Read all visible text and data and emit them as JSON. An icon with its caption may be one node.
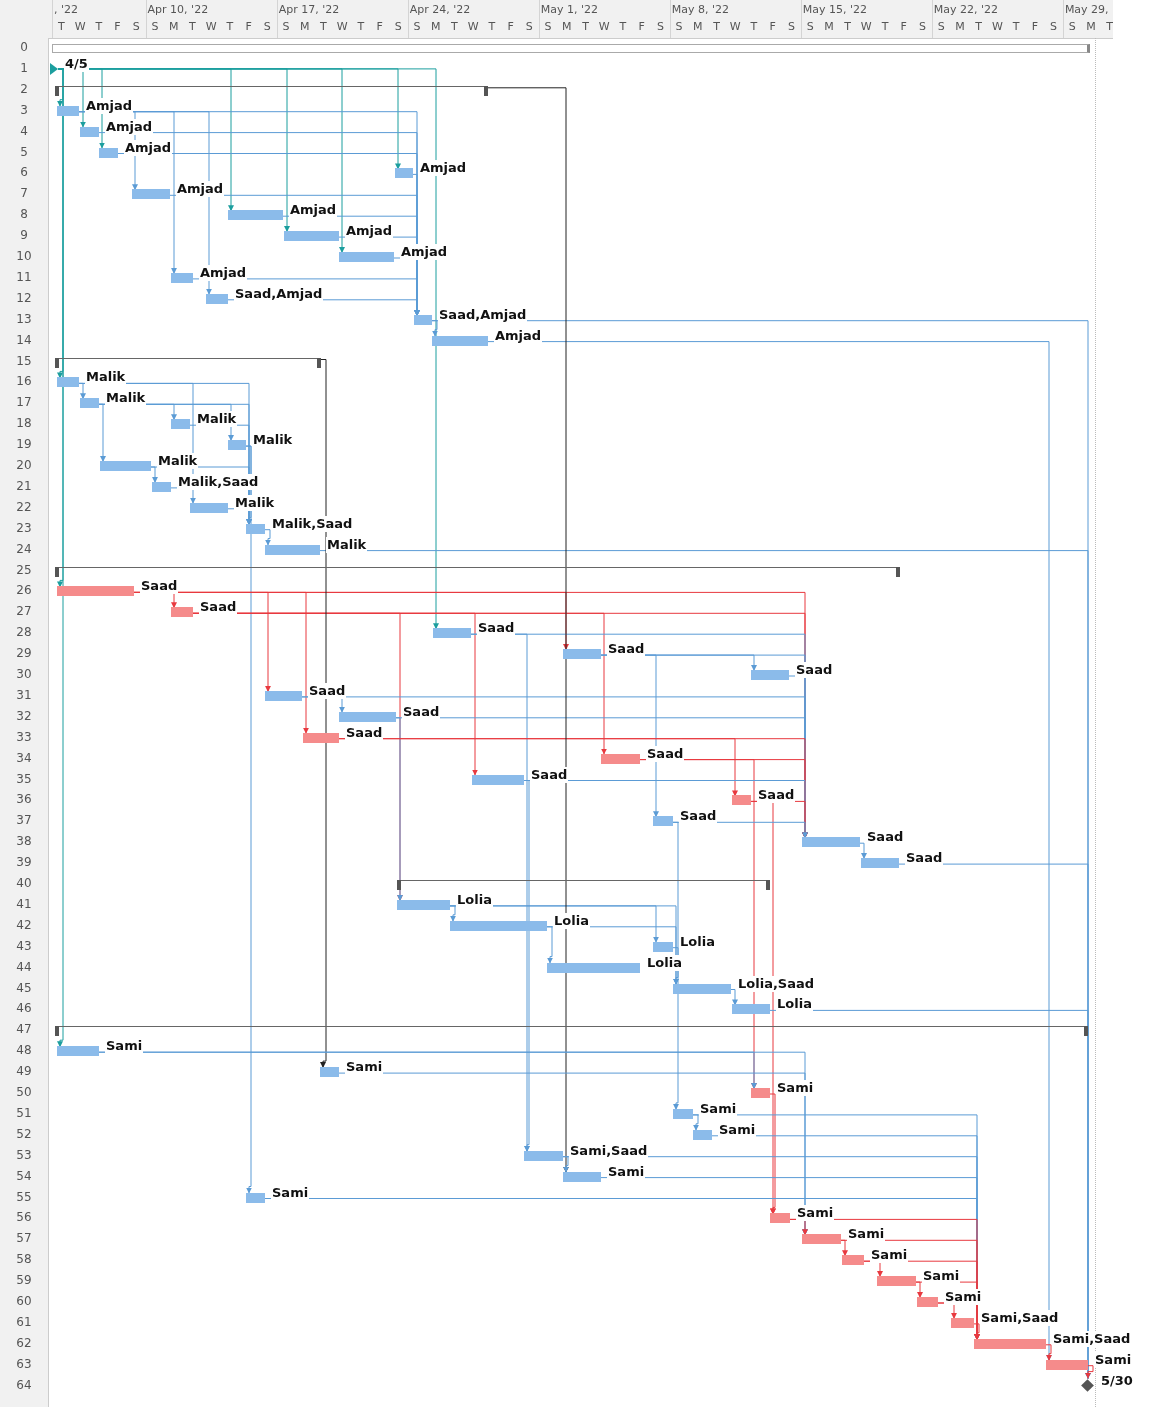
{
  "diagram": {
    "nodes": [
      {
        "text": [],
        "shape": "bar"
      },
      {
        "text": [],
        "shape": "triangle",
        "beside": [
          "4/5"
        ]
      },
      {
        "text": [],
        "shape": "bar"
      },
      {
        "text": [],
        "shape": "bar",
        "beside": [
          "Amjad"
        ]
      },
      {
        "text": [],
        "shape": "bar",
        "beside": [
          "Amjad"
        ]
      },
      {
        "text": [],
        "shape": "bar",
        "beside": [
          "Amjad"
        ]
      },
      {
        "text": [],
        "shape": "bar",
        "beside": [
          "Amjad"
        ]
      },
      {
        "text": [],
        "shape": "bar",
        "beside": [
          "Amjad"
        ]
      },
      {
        "text": [],
        "shape": "bar",
        "beside": [
          "Amjad"
        ]
      },
      {
        "text": [],
        "shape": "bar",
        "beside": [
          "Amjad"
        ]
      },
      {
        "text": [],
        "shape": "bar",
        "beside": [
          "Amjad"
        ]
      },
      {
        "text": [],
        "shape": "bar",
        "beside": [
          "Amjad"
        ]
      },
      {
        "text": [],
        "shape": "bar",
        "beside": [
          "Saad,Amjad"
        ]
      },
      {
        "text": [],
        "shape": "bar",
        "beside": [
          "Saad,Amjad"
        ]
      },
      {
        "text": [],
        "shape": "bar",
        "beside": [
          "Amjad"
        ]
      },
      {
        "text": [],
        "shape": "bar"
      },
      {
        "text": [],
        "shape": "bar",
        "beside": [
          "Malik"
        ]
      },
      {
        "text": [],
        "shape": "bar",
        "beside": [
          "Malik"
        ]
      },
      {
        "text": [],
        "shape": "bar",
        "beside": [
          "Malik"
        ]
      },
      {
        "text": [],
        "shape": "bar",
        "beside": [
          "Malik"
        ]
      },
      {
        "text": [],
        "shape": "bar",
        "beside": [
          "Malik"
        ]
      },
      {
        "text": [],
        "shape": "bar",
        "beside": [
          "Malik,Saad"
        ]
      },
      {
        "text": [],
        "shape": "bar",
        "beside": [
          "Malik"
        ]
      },
      {
        "text": [],
        "shape": "bar",
        "beside": [
          "Malik,Saad"
        ]
      },
      {
        "text": [],
        "shape": "bar",
        "beside": [
          "Malik"
        ]
      },
      {
        "text": [],
        "shape": "bar"
      },
      {
        "text": [],
        "shape": "bar",
        "beside": [
          "Saad"
        ]
      },
      {
        "text": [],
        "shape": "bar",
        "beside": [
          "Saad"
        ]
      },
      {
        "text": [],
        "shape": "bar",
        "beside": [
          "Saad"
        ]
      },
      {
        "text": [],
        "shape": "bar",
        "beside": [
          "Saad"
        ]
      },
      {
        "text": [],
        "shape": "bar",
        "beside": [
          "Saad"
        ]
      },
      {
        "text": [],
        "shape": "bar",
        "beside": [
          "Saad"
        ]
      },
      {
        "text": [],
        "shape": "bar",
        "beside": [
          "Saad"
        ]
      },
      {
        "text": [],
        "shape": "bar",
        "beside": [
          "Saad"
        ]
      },
      {
        "text": [],
        "shape": "bar",
        "beside": [
          "Saad"
        ]
      },
      {
        "text": [],
        "shape": "bar",
        "beside": [
          "Saad"
        ]
      },
      {
        "text": [],
        "shape": "bar",
        "beside": [
          "Saad"
        ]
      },
      {
        "text": [],
        "shape": "bar",
        "beside": [
          "Saad"
        ]
      },
      {
        "text": [],
        "shape": "bar",
        "beside": [
          "Saad"
        ]
      },
      {
        "text": [],
        "shape": "bar",
        "beside": [
          "Saad"
        ]
      },
      {
        "text": [],
        "shape": "bar"
      },
      {
        "text": [],
        "shape": "bar",
        "beside": [
          "Lolia"
        ]
      },
      {
        "text": [],
        "shape": "bar",
        "beside": [
          "Lolia"
        ]
      },
      {
        "text": [],
        "shape": "bar",
        "beside": [
          "Lolia"
        ]
      },
      {
        "text": [],
        "shape": "bar",
        "beside": [
          "Lolia"
        ]
      },
      {
        "text": [],
        "shape": "bar",
        "beside": [
          "Lolia,Saad"
        ]
      },
      {
        "text": [],
        "shape": "bar",
        "beside": [
          "Lolia"
        ]
      },
      {
        "text": [],
        "shape": "bar"
      },
      {
        "text": [],
        "shape": "bar",
        "beside": [
          "Sami"
        ]
      },
      {
        "text": [],
        "shape": "bar",
        "beside": [
          "Sami"
        ]
      },
      {
        "text": [],
        "shape": "bar",
        "beside": [
          "Sami"
        ]
      },
      {
        "text": [],
        "shape": "bar",
        "beside": [
          "Sami"
        ]
      },
      {
        "text": [],
        "shape": "bar",
        "beside": [
          "Sami"
        ]
      },
      {
        "text": [],
        "shape": "bar",
        "beside": [
          "Sami,Saad"
        ]
      },
      {
        "text": [],
        "shape": "bar",
        "beside": [
          "Sami"
        ]
      },
      {
        "text": [],
        "shape": "bar",
        "beside": [
          "Sami"
        ]
      },
      {
        "text": [],
        "shape": "bar",
        "beside": [
          "Sami"
        ]
      },
      {
        "text": [],
        "shape": "bar",
        "beside": [
          "Sami"
        ]
      },
      {
        "text": [],
        "shape": "bar",
        "beside": [
          "Sami"
        ]
      },
      {
        "text": [],
        "shape": "bar",
        "beside": [
          "Sami"
        ]
      },
      {
        "text": [],
        "shape": "bar",
        "beside": [
          "Sami"
        ]
      },
      {
        "text": [],
        "shape": "bar",
        "beside": [
          "Sami,Saad"
        ]
      },
      {
        "text": [],
        "shape": "bar",
        "beside": [
          "Sami,Saad"
        ]
      },
      {
        "text": [],
        "shape": "bar",
        "beside": [
          "Sami"
        ]
      },
      {
        "text": [],
        "shape": "diamond",
        "beside": [
          "5/30"
        ]
      }
    ],
    "edges": [
      {
        "from": 1,
        "to": 3,
        "arrow": "to",
        "color": "#1b9e9e"
      },
      {
        "from": 1,
        "to": 4,
        "arrow": "to",
        "color": "#1b9e9e"
      },
      {
        "from": 1,
        "to": 5,
        "arrow": "to",
        "color": "#1b9e9e"
      },
      {
        "from": 1,
        "to": 16,
        "arrow": "to",
        "color": "#1b9e9e"
      },
      {
        "from": 1,
        "to": 26,
        "arrow": "to",
        "color": "#1b9e9e"
      },
      {
        "from": 1,
        "to": 48,
        "arrow": "to",
        "color": "#1b9e9e"
      },
      {
        "from": 1,
        "to": 8,
        "arrow": "to",
        "color": "#1b9e9e"
      },
      {
        "from": 1,
        "to": 9,
        "arrow": "to",
        "color": "#1b9e9e"
      },
      {
        "from": 1,
        "to": 10,
        "arrow": "to",
        "color": "#1b9e9e"
      },
      {
        "from": 1,
        "to": 6,
        "arrow": "to",
        "color": "#1b9e9e"
      },
      {
        "from": 1,
        "to": 28,
        "arrow": "to",
        "color": "#1b9e9e"
      },
      {
        "from": 3,
        "to": 7,
        "arrow": "to"
      },
      {
        "from": 3,
        "to": 11,
        "arrow": "to"
      },
      {
        "from": 3,
        "to": 12,
        "arrow": "to"
      },
      {
        "from": 3,
        "to": 13,
        "arrow": "to"
      },
      {
        "from": 4,
        "to": 13,
        "arrow": "to"
      },
      {
        "from": 5,
        "to": 13,
        "arrow": "to"
      },
      {
        "from": 6,
        "to": 13,
        "arrow": "to"
      },
      {
        "from": 7,
        "to": 13,
        "arrow": "to"
      },
      {
        "from": 8,
        "to": 13,
        "arrow": "to"
      },
      {
        "from": 9,
        "to": 13,
        "arrow": "to"
      },
      {
        "from": 10,
        "to": 13,
        "arrow": "to"
      },
      {
        "from": 11,
        "to": 13,
        "arrow": "to"
      },
      {
        "from": 12,
        "to": 13,
        "arrow": "to"
      },
      {
        "from": 13,
        "to": 14,
        "arrow": "to"
      },
      {
        "from": 13,
        "to": 64,
        "arrow": "to"
      },
      {
        "from": 14,
        "to": 63,
        "arrow": "to"
      },
      {
        "from": 16,
        "to": 17,
        "arrow": "to"
      },
      {
        "from": 16,
        "to": 22,
        "arrow": "to"
      },
      {
        "from": 16,
        "to": 23,
        "arrow": "to"
      },
      {
        "from": 17,
        "to": 20,
        "arrow": "to"
      },
      {
        "from": 17,
        "to": 18,
        "arrow": "to"
      },
      {
        "from": 17,
        "to": 19,
        "arrow": "to"
      },
      {
        "from": 17,
        "to": 23,
        "arrow": "to"
      },
      {
        "from": 18,
        "to": 23,
        "arrow": "to"
      },
      {
        "from": 19,
        "to": 23,
        "arrow": "to"
      },
      {
        "from": 19,
        "to": 55,
        "arrow": "to"
      },
      {
        "from": 20,
        "to": 21,
        "arrow": "to"
      },
      {
        "from": 20,
        "to": 23,
        "arrow": "to"
      },
      {
        "from": 21,
        "to": 23,
        "arrow": "to"
      },
      {
        "from": 22,
        "to": 23,
        "arrow": "to"
      },
      {
        "from": 23,
        "to": 24,
        "arrow": "to"
      },
      {
        "from": 24,
        "to": 64,
        "arrow": "to"
      },
      {
        "from": 26,
        "to": 27,
        "arrow": "to",
        "color": "#e8393f"
      },
      {
        "from": 26,
        "to": 31,
        "arrow": "to",
        "color": "#e8393f"
      },
      {
        "from": 26,
        "to": 33,
        "arrow": "to",
        "color": "#e8393f"
      },
      {
        "from": 26,
        "to": 29,
        "arrow": "to",
        "color": "#e8393f"
      },
      {
        "from": 26,
        "to": 38,
        "arrow": "to",
        "color": "#e8393f"
      },
      {
        "from": 27,
        "to": 41,
        "arrow": "to",
        "color": "#e8393f"
      },
      {
        "from": 27,
        "to": 35,
        "arrow": "to",
        "color": "#e8393f"
      },
      {
        "from": 27,
        "to": 34,
        "arrow": "to",
        "color": "#e8393f"
      },
      {
        "from": 27,
        "to": 38,
        "arrow": "to",
        "color": "#e8393f"
      },
      {
        "from": 28,
        "to": 38,
        "arrow": "to"
      },
      {
        "from": 28,
        "to": 53,
        "arrow": "to"
      },
      {
        "from": 29,
        "to": 30,
        "arrow": "to"
      },
      {
        "from": 29,
        "to": 37,
        "arrow": "to"
      },
      {
        "from": 29,
        "to": 38,
        "arrow": "to"
      },
      {
        "from": 30,
        "to": 38,
        "arrow": "to"
      },
      {
        "from": 31,
        "to": 32,
        "arrow": "to"
      },
      {
        "from": 31,
        "to": 38,
        "arrow": "to"
      },
      {
        "from": 32,
        "to": 41,
        "arrow": "to"
      },
      {
        "from": 32,
        "to": 38,
        "arrow": "to"
      },
      {
        "from": 33,
        "to": 36,
        "arrow": "to",
        "color": "#e8393f"
      },
      {
        "from": 33,
        "to": 38,
        "arrow": "to",
        "color": "#e8393f"
      },
      {
        "from": 34,
        "to": 50,
        "arrow": "to",
        "color": "#e8393f"
      },
      {
        "from": 34,
        "to": 38,
        "arrow": "to",
        "color": "#e8393f"
      },
      {
        "from": 35,
        "to": 53,
        "arrow": "to"
      },
      {
        "from": 35,
        "to": 38,
        "arrow": "to"
      },
      {
        "from": 36,
        "to": 56,
        "arrow": "to",
        "color": "#e8393f"
      },
      {
        "from": 36,
        "to": 38,
        "arrow": "to",
        "color": "#e8393f"
      },
      {
        "from": 37,
        "to": 51,
        "arrow": "to"
      },
      {
        "from": 37,
        "to": 38,
        "arrow": "to"
      },
      {
        "from": 38,
        "to": 39,
        "arrow": "to"
      },
      {
        "from": 39,
        "to": 64,
        "arrow": "to"
      },
      {
        "from": 41,
        "to": 42,
        "arrow": "to"
      },
      {
        "from": 41,
        "to": 43,
        "arrow": "to"
      },
      {
        "from": 41,
        "to": 45,
        "arrow": "to"
      },
      {
        "from": 42,
        "to": 44,
        "arrow": "to"
      },
      {
        "from": 42,
        "to": 45,
        "arrow": "to"
      },
      {
        "from": 43,
        "to": 45,
        "arrow": "to"
      },
      {
        "from": 45,
        "to": 46,
        "arrow": "to"
      },
      {
        "from": 46,
        "to": 64,
        "arrow": "to"
      },
      {
        "from": 15,
        "to": 49,
        "arrow": "to",
        "color": "#222222"
      },
      {
        "from": 2,
        "to": 54,
        "arrow": "to",
        "color": "#222222"
      },
      {
        "from": 48,
        "to": 50,
        "arrow": "to"
      },
      {
        "from": 48,
        "to": 57,
        "arrow": "to"
      },
      {
        "from": 49,
        "to": 57,
        "arrow": "to"
      },
      {
        "from": 50,
        "to": 56,
        "arrow": "to",
        "color": "#e8393f"
      },
      {
        "from": 51,
        "to": 52,
        "arrow": "to"
      },
      {
        "from": 51,
        "to": 62,
        "arrow": "to"
      },
      {
        "from": 52,
        "to": 62,
        "arrow": "to"
      },
      {
        "from": 53,
        "to": 54,
        "arrow": "to"
      },
      {
        "from": 53,
        "to": 62,
        "arrow": "to"
      },
      {
        "from": 54,
        "to": 62,
        "arrow": "to"
      },
      {
        "from": 55,
        "to": 62,
        "arrow": "to"
      },
      {
        "from": 56,
        "to": 57,
        "arrow": "to",
        "color": "#e8393f"
      },
      {
        "from": 56,
        "to": 62,
        "arrow": "to",
        "color": "#e8393f"
      },
      {
        "from": 57,
        "to": 58,
        "arrow": "to",
        "color": "#e8393f"
      },
      {
        "from": 57,
        "to": 62,
        "arrow": "to",
        "color": "#e8393f"
      },
      {
        "from": 58,
        "to": 59,
        "arrow": "to",
        "color": "#e8393f"
      },
      {
        "from": 58,
        "to": 62,
        "arrow": "to",
        "color": "#e8393f"
      },
      {
        "from": 59,
        "to": 60,
        "arrow": "to",
        "color": "#e8393f"
      },
      {
        "from": 59,
        "to": 62,
        "arrow": "to",
        "color": "#e8393f"
      },
      {
        "from": 60,
        "to": 61,
        "arrow": "to",
        "color": "#e8393f"
      },
      {
        "from": 60,
        "to": 62,
        "arrow": "to",
        "color": "#e8393f"
      },
      {
        "from": 61,
        "to": 62,
        "arrow": "to",
        "color": "#e8393f"
      },
      {
        "from": 62,
        "to": 63,
        "arrow": "to",
        "color": "#e8393f"
      },
      {
        "from": 63,
        "to": 64,
        "arrow": "to",
        "color": "#e8393f"
      }
    ],
    "labels": [
      ", '22",
      "Apr 10, '22",
      "Apr 17, '22",
      "Apr 24, '22",
      "May 1, '22",
      "May 8, '22",
      "May 15, '22",
      "May 22, '22",
      "May 29,",
      "T",
      "W",
      "T",
      "F",
      "S",
      "S",
      "M",
      "T",
      "W",
      "T",
      "F",
      "S",
      "S",
      "M",
      "T",
      "W",
      "T",
      "F",
      "S",
      "S",
      "M",
      "T",
      "W",
      "T",
      "F",
      "S",
      "S",
      "M",
      "T",
      "W",
      "T",
      "F",
      "S",
      "S",
      "M",
      "T",
      "W",
      "T",
      "F",
      "S",
      "S",
      "M",
      "T",
      "W",
      "T",
      "F",
      "S",
      "S",
      "M",
      "T",
      "W",
      "T",
      "F",
      "S",
      "S",
      "M",
      "T",
      "0",
      "1",
      "2",
      "3",
      "4",
      "5",
      "6",
      "7",
      "8",
      "9",
      "10",
      "11",
      "12",
      "13",
      "14",
      "15",
      "16",
      "17",
      "18",
      "19",
      "20",
      "21",
      "22",
      "23",
      "24",
      "25",
      "26",
      "27",
      "28",
      "29",
      "30",
      "31",
      "32",
      "33",
      "34",
      "35",
      "36",
      "37",
      "38",
      "39",
      "40",
      "41",
      "42",
      "43",
      "44",
      "45",
      "46",
      "47",
      "48",
      "49",
      "50",
      "51",
      "52",
      "53",
      "54",
      "55",
      "56",
      "57",
      "58",
      "59",
      "60",
      "61",
      "62",
      "63",
      "64"
    ]
  }
}
